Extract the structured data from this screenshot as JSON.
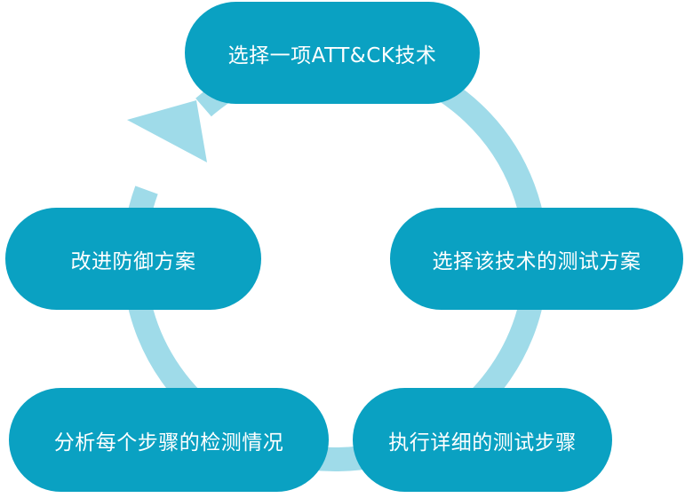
{
  "colors": {
    "pill": "#0aa1c2",
    "ring": "#9fdbe9",
    "text": "#ffffff"
  },
  "steps": [
    {
      "label": "选择一项ATT&CK技术"
    },
    {
      "label": "选择该技术的测试方案"
    },
    {
      "label": "执行详细的测试步骤"
    },
    {
      "label": "分析每个步骤的检测情况"
    },
    {
      "label": "改进防御方案"
    }
  ]
}
